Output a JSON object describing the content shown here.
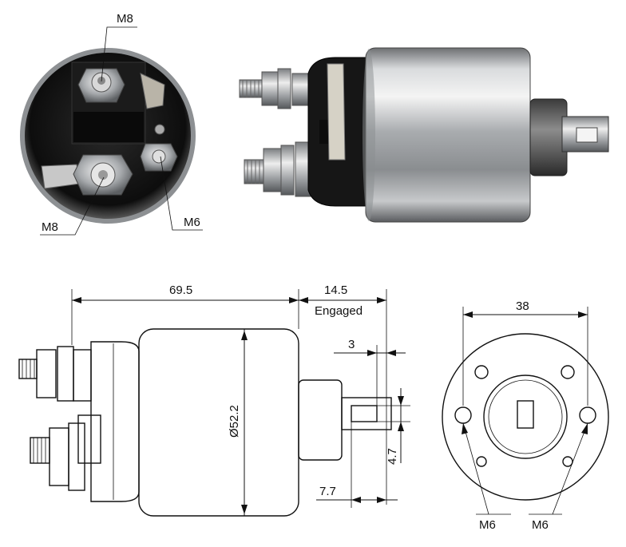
{
  "photo_end_view": {
    "labels": {
      "top_terminal": "M8",
      "bottom_terminal": "M8",
      "small_terminal": "M6"
    }
  },
  "side_drawing": {
    "dims": {
      "body_length": "69.5",
      "plunger_travel": "14.5",
      "plunger_travel_note": "Engaged",
      "slot_depth": "3",
      "slot_width": "4.7",
      "shaft_offset": "7.7",
      "diameter": "Ø52.2"
    }
  },
  "end_drawing": {
    "dims": {
      "hole_spacing": "38"
    },
    "labels": {
      "left_hole": "M6",
      "right_hole": "M6"
    }
  },
  "colors": {
    "line": "#111111",
    "metal": "#b9bcbf",
    "body_dark": "#1a1a1a"
  }
}
